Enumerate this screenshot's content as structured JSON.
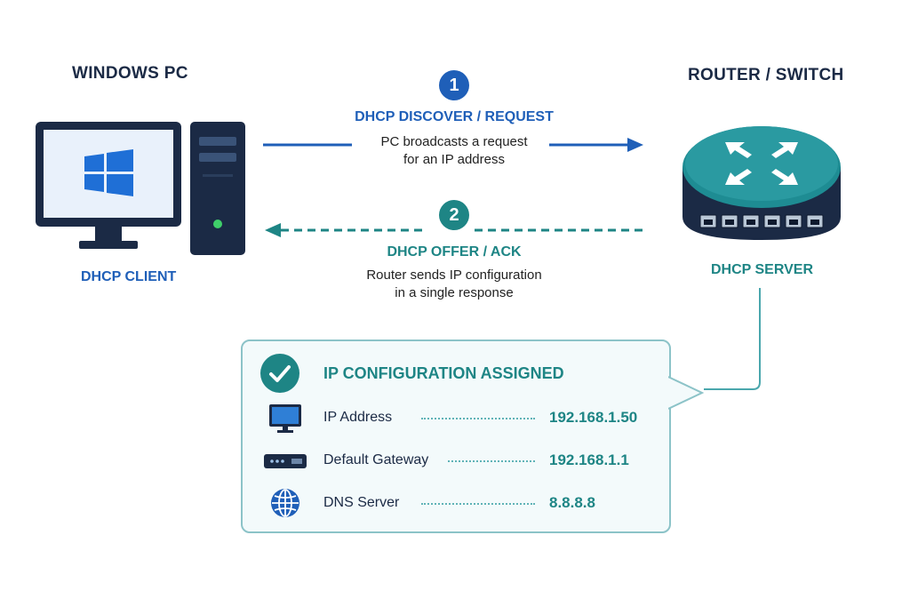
{
  "client": {
    "title": "WINDOWS PC",
    "role": "DHCP CLIENT"
  },
  "server": {
    "title": "ROUTER / SWITCH",
    "role": "DHCP SERVER"
  },
  "steps": [
    {
      "number": "1",
      "title": "DHCP DISCOVER / REQUEST",
      "desc_line1": "PC broadcasts a request",
      "desc_line2": "for an IP address",
      "color": "#1f5fb8"
    },
    {
      "number": "2",
      "title": "DHCP OFFER / ACK",
      "desc_line1": "Router sends IP configuration",
      "desc_line2": "in a single response",
      "color": "#1e8585"
    }
  ],
  "config": {
    "title": "IP CONFIGURATION ASSIGNED",
    "rows": [
      {
        "label": "IP Address",
        "value": "192.168.1.50",
        "icon": "monitor-icon"
      },
      {
        "label": "Default Gateway",
        "value": "192.168.1.1",
        "icon": "router-icon"
      },
      {
        "label": "DNS Server",
        "value": "8.8.8.8",
        "icon": "globe-icon"
      }
    ]
  },
  "colors": {
    "navy": "#1b2a45",
    "blue": "#1f5fb8",
    "teal": "#1e8585",
    "box_border": "#8cc3c8",
    "box_bg": "#f3fafb"
  }
}
